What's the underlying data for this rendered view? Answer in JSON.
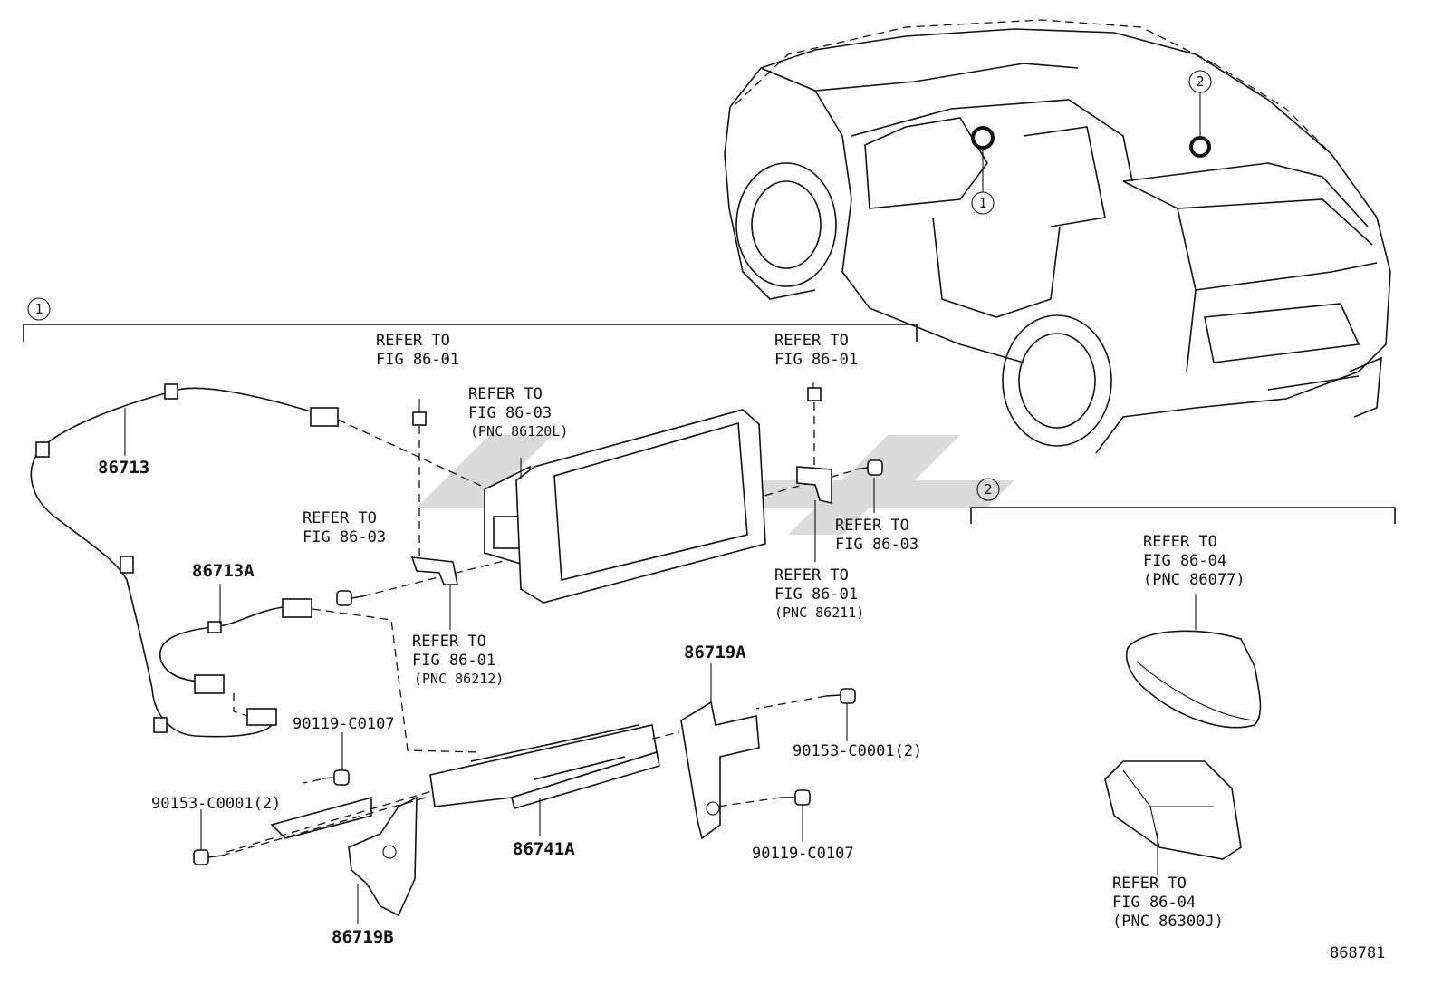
{
  "groups": [
    {
      "number": "1"
    },
    {
      "number": "2"
    }
  ],
  "car_markers": [
    "1",
    "2"
  ],
  "refs": {
    "ref_bolt_top_left": [
      "REFER TO",
      "FIG 86-01"
    ],
    "ref_display_top": [
      "REFER TO",
      "FIG 86-03",
      "(PNC 86120L)"
    ],
    "ref_bolt_top_right": [
      "REFER TO",
      "FIG 86-01"
    ],
    "ref_screw_left": [
      "REFER TO",
      "FIG 86-03"
    ],
    "ref_screw_right": [
      "REFER TO",
      "FIG 86-03"
    ],
    "ref_bracket_right": [
      "REFER TO",
      "FIG 86-01",
      "(PNC 86211)"
    ],
    "ref_bracket_left": [
      "REFER TO",
      "FIG 86-01",
      "(PNC 86212)"
    ],
    "ref_antenna": [
      "REFER TO",
      "FIG 86-04",
      "(PNC 86077)"
    ],
    "ref_amplifier": [
      "REFER TO",
      "FIG 86-04",
      "(PNC 86300J)"
    ]
  },
  "parts": {
    "p86713": "86713",
    "p86713A": "86713A",
    "p86719A": "86719A",
    "p86719B": "86719B",
    "p86741A": "86741A",
    "p90119_upper": "90119-C0107",
    "p90119_lower": "90119-C0107",
    "p90153_left": "90153-C0001(2)",
    "p90153_right": "90153-C0001(2)"
  },
  "figure_id": "868781"
}
